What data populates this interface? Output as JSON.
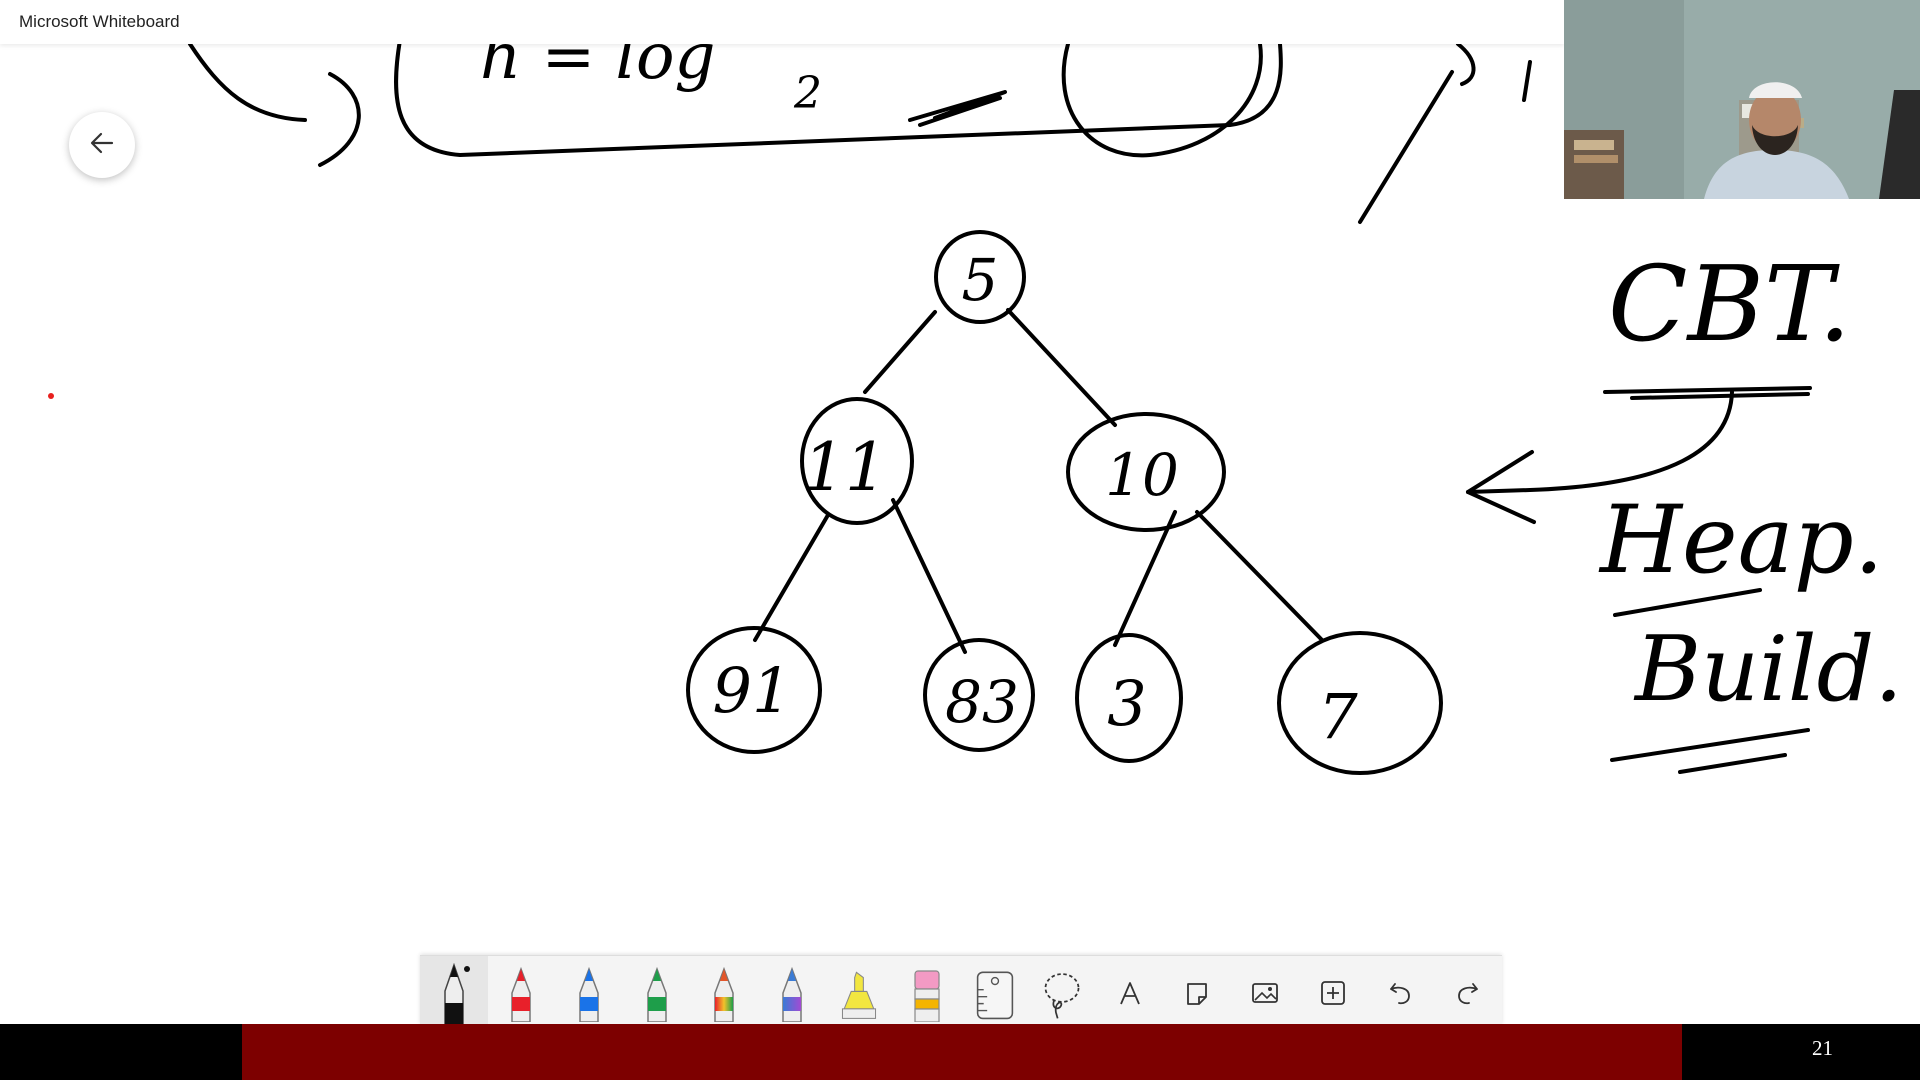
{
  "window": {
    "title": "Microsoft Whiteboard"
  },
  "navigation": {
    "back_icon": "arrow-left-icon"
  },
  "whiteboard": {
    "tree_nodes": [
      "5",
      "11",
      "10",
      "91",
      "83",
      "3",
      "7"
    ],
    "side_notes": [
      "CBT.",
      "Heap.",
      "Build."
    ],
    "top_partial_text": [
      "h = log",
      "2"
    ]
  },
  "toolbar": {
    "tools": [
      {
        "name": "black-pen",
        "icon": "pen-icon",
        "color": "#111111",
        "selected": true
      },
      {
        "name": "red-pen",
        "icon": "pen-icon",
        "color": "#e8202a"
      },
      {
        "name": "blue-pen",
        "icon": "pen-icon",
        "color": "#1a73e8"
      },
      {
        "name": "green-pen",
        "icon": "pen-icon",
        "color": "#1e9e4a"
      },
      {
        "name": "rainbow-pen",
        "icon": "pen-icon",
        "color": "#e2562a"
      },
      {
        "name": "galaxy-pen",
        "icon": "pen-icon",
        "color": "#3a7bd5"
      },
      {
        "name": "highlighter",
        "icon": "highlighter-icon",
        "color": "#f2e640"
      },
      {
        "name": "eraser",
        "icon": "eraser-icon",
        "color": "#f39ac4"
      },
      {
        "name": "ruler",
        "icon": "ruler-icon"
      },
      {
        "name": "lasso",
        "icon": "lasso-icon"
      },
      {
        "name": "text",
        "icon": "text-icon"
      },
      {
        "name": "note",
        "icon": "sticky-note-icon"
      },
      {
        "name": "image",
        "icon": "image-icon"
      },
      {
        "name": "add",
        "icon": "plus-icon"
      },
      {
        "name": "undo",
        "icon": "undo-icon"
      },
      {
        "name": "redo",
        "icon": "redo-icon"
      }
    ]
  },
  "footer": {
    "page_number": "21",
    "banner_color": "#7d0000"
  }
}
